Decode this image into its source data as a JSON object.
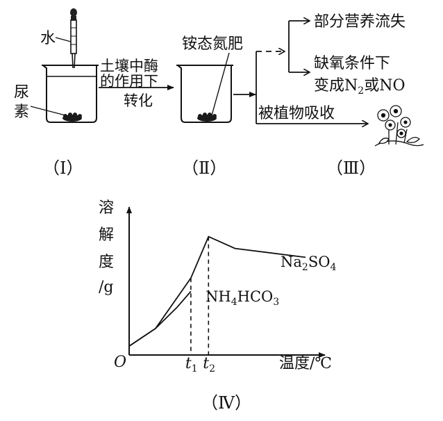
{
  "panel1": {
    "water_label": "水",
    "urea_label_line1": "尿",
    "urea_label_line2": "素",
    "arrow_text_line1": "土壤中酶",
    "arrow_text_line2": "的作用下",
    "arrow_text_line3": "转化",
    "caption": "（Ⅰ）"
  },
  "panel2": {
    "fertilizer_label": "铵态氮肥",
    "caption": "（Ⅱ）"
  },
  "panel3": {
    "branch1": "部分营养流失",
    "branch2_line1": "缺氧条件下",
    "branch2_line2_pre": "变成N",
    "branch2_line2_sub": "2",
    "branch2_line2_post": "或NO",
    "branch3": "被植物吸收",
    "caption": "（Ⅲ）"
  },
  "chart_data": {
    "type": "line",
    "title": "",
    "caption": "（Ⅳ）",
    "ylabel_chars": [
      "溶",
      "解",
      "度",
      "/g"
    ],
    "xlabel": "温度/℃",
    "origin_label": "O",
    "x_ticks": [
      {
        "name": "t1",
        "base": "t",
        "sub": "1"
      },
      {
        "name": "t2",
        "base": "t",
        "sub": "2"
      }
    ],
    "series": [
      {
        "name": "Na2SO4",
        "label_parts": [
          [
            "Na",
            false
          ],
          [
            "2",
            true
          ],
          [
            "SO",
            false
          ],
          [
            "4",
            true
          ]
        ],
        "points": [
          [
            0,
            0.06
          ],
          [
            0.15,
            0.18
          ],
          [
            0.35,
            0.52
          ],
          [
            0.45,
            0.8
          ],
          [
            0.6,
            0.72
          ],
          [
            1.0,
            0.66
          ]
        ]
      },
      {
        "name": "NH4HCO3",
        "label_parts": [
          [
            "NH",
            false
          ],
          [
            "4",
            true
          ],
          [
            "HCO",
            false
          ],
          [
            "3",
            true
          ]
        ],
        "points": [
          [
            0,
            0.06
          ],
          [
            0.15,
            0.18
          ],
          [
            0.27,
            0.32
          ],
          [
            0.35,
            0.43
          ]
        ]
      }
    ],
    "dashed_markers": [
      {
        "tick": "t1",
        "x": 0.35,
        "y": 0.52
      },
      {
        "tick": "t2",
        "x": 0.45,
        "y": 0.8
      }
    ]
  }
}
